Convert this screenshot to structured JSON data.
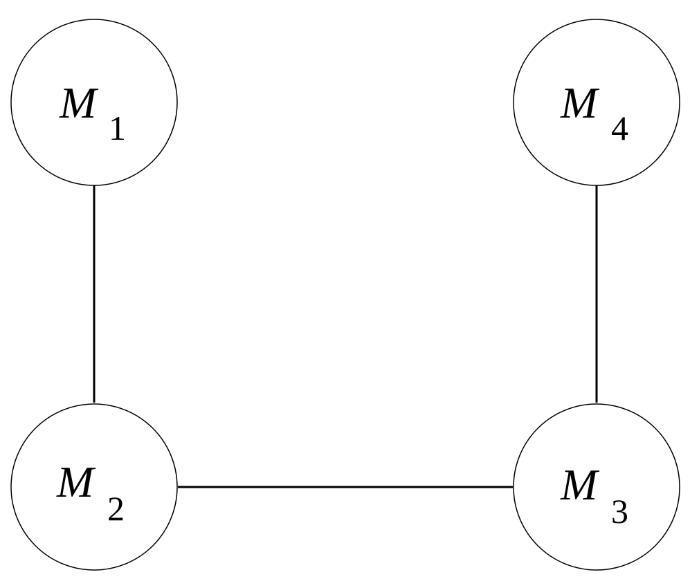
{
  "nodes": [
    {
      "id": "m1",
      "letter": "M",
      "sub": "1"
    },
    {
      "id": "m2",
      "letter": "M",
      "sub": "2"
    },
    {
      "id": "m3",
      "letter": "M",
      "sub": "3"
    },
    {
      "id": "m4",
      "letter": "M",
      "sub": "4"
    }
  ],
  "edges": [
    {
      "from": "m1",
      "to": "m2"
    },
    {
      "from": "m2",
      "to": "m3"
    },
    {
      "from": "m3",
      "to": "m4"
    }
  ]
}
